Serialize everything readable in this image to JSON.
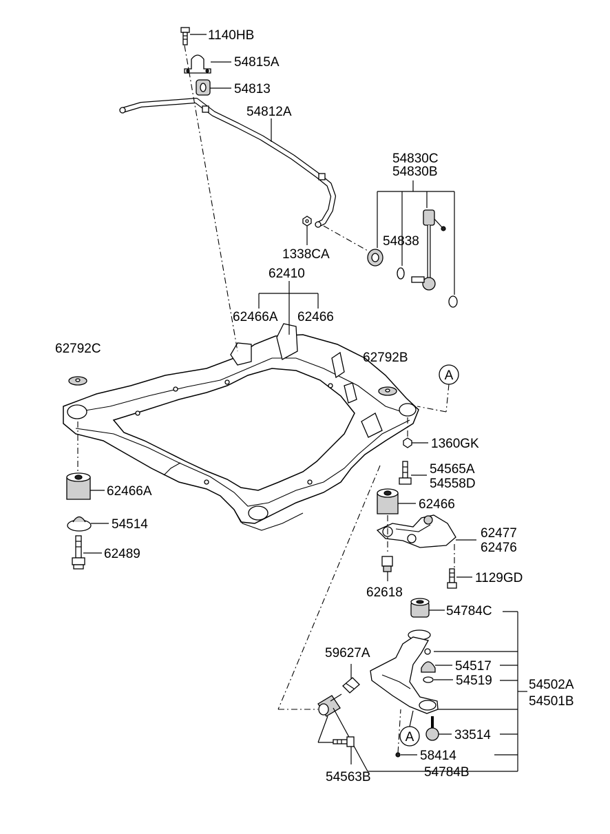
{
  "labels": {
    "p1140HB": "1140HB",
    "p54815A": "54815A",
    "p54813": "54813",
    "p54812A": "54812A",
    "p54830C": "54830C",
    "p54830B": "54830B",
    "p54838": "54838",
    "p1338CA": "1338CA",
    "p62410": "62410",
    "p62466A_top": "62466A",
    "p62466_top": "62466",
    "p62792C": "62792C",
    "p62792B": "62792B",
    "refA_top": "A",
    "p1360GK": "1360GK",
    "p54565A": "54565A",
    "p54558D": "54558D",
    "p62466A_left": "62466A",
    "p62466_right": "62466",
    "p54514": "54514",
    "p62477": "62477",
    "p62476": "62476",
    "p62489": "62489",
    "p1129GD": "1129GD",
    "p62618": "62618",
    "p54784C": "54784C",
    "p59627A": "59627A",
    "p54517": "54517",
    "p54519": "54519",
    "p54502A": "54502A",
    "p54501B": "54501B",
    "p33514": "33514",
    "refA_bottom": "A",
    "p58414": "58414",
    "p54563B": "54563B",
    "p54784B": "54784B"
  }
}
